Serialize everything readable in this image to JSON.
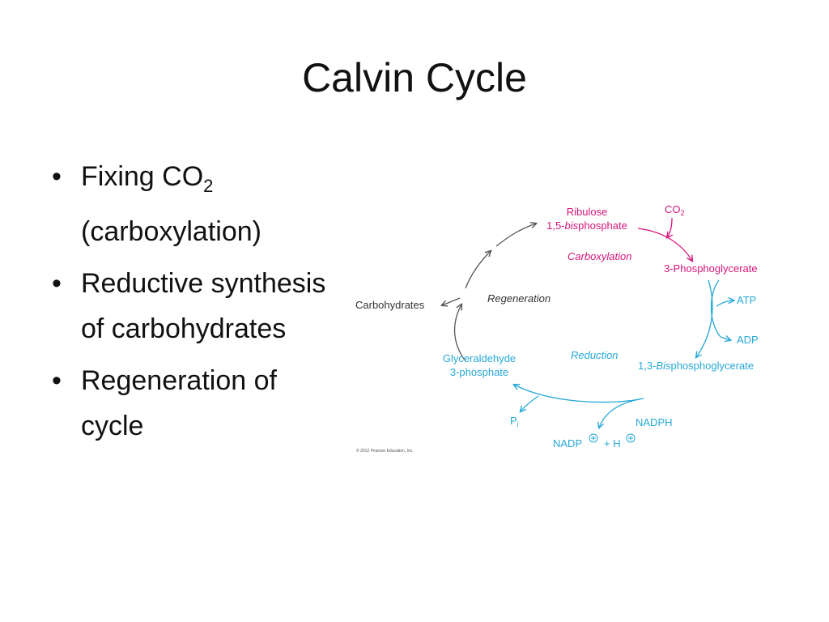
{
  "slide": {
    "title": "Calvin Cycle",
    "bullets": [
      {
        "text": "Fixing CO",
        "sub": "2",
        "text2": " (carboxylation)"
      },
      {
        "text": "Reductive synthesis of carbohydrates"
      },
      {
        "text": "Regeneration of cycle"
      }
    ]
  },
  "diagram": {
    "colors": {
      "magenta": "#d6157a",
      "cyan": "#26a8d6",
      "gray": "#555555",
      "text": "#333333"
    },
    "labels": {
      "ribulose_line1": "Ribulose",
      "ribulose_line2_pre": "1,5-",
      "ribulose_line2_italic": "bis",
      "ribulose_line2_post": "phosphate",
      "co2": "CO",
      "co2_sub": "2",
      "carboxylation": "Carboxylation",
      "phosphoglycerate": "3-Phosphoglycerate",
      "atp": "ATP",
      "adp": "ADP",
      "regeneration": "Regeneration",
      "carbohydrates": "Carbohydrates",
      "reduction": "Reduction",
      "bpg_pre": "1,3-",
      "bpg_italic": "Bis",
      "bpg_post": "phosphoglycerate",
      "gap_line1": "Glyceraldehyde",
      "gap_line2": "3-phosphate",
      "pi": "P",
      "pi_sub": "i",
      "nadph": "NADPH",
      "nadp": "NADP",
      "plus_h": "+ H",
      "copyright": "© 2012 Pearson Education, Inc."
    }
  }
}
